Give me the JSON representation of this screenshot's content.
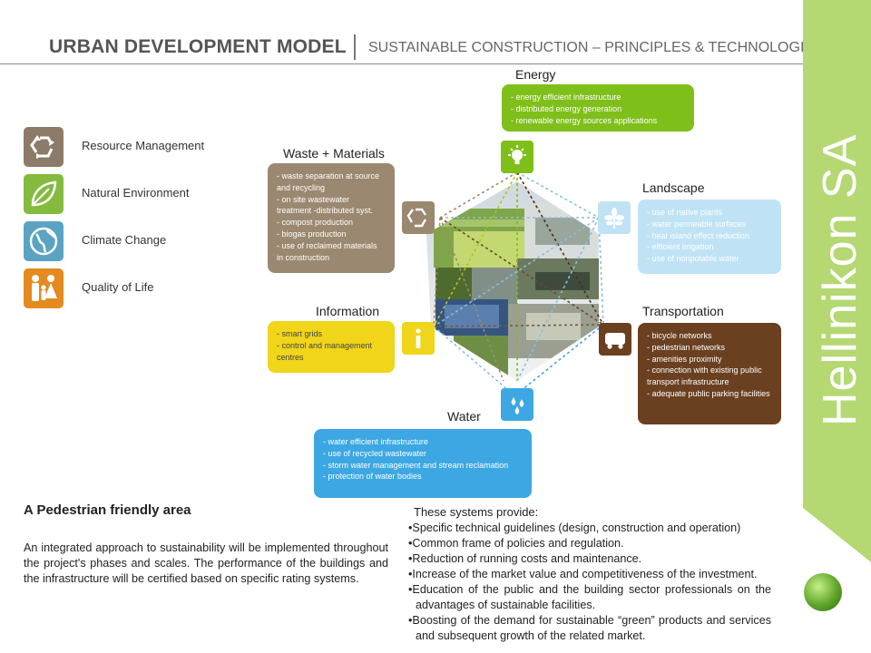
{
  "header": {
    "title": "URBAN DEVELOPMENT MODEL",
    "subtitle": "SUSTAINABLE CONSTRUCTION – PRINCIPLES & TECHNOLOGIES"
  },
  "brand": {
    "name": "Hellinikon SA",
    "band_color": "#b5d873",
    "text_color": "#ffffff"
  },
  "legend": [
    {
      "label": "Resource Management",
      "icon": "recycle-icon",
      "color": "#8c7b68"
    },
    {
      "label": "Natural Environment",
      "icon": "leaf-icon",
      "color": "#84bb3f"
    },
    {
      "label": "Climate Change",
      "icon": "globe-icon",
      "color": "#5ba3c2"
    },
    {
      "label": "Quality of Life",
      "icon": "family-icon",
      "color": "#e48a1e"
    }
  ],
  "nodes": {
    "energy": {
      "title": "Energy",
      "icon": "lightbulb-icon",
      "color": "#7fbf1a",
      "items": [
        "energy efficient infrastructure",
        "distributed energy generation",
        "renewable energy sources applications"
      ]
    },
    "waste": {
      "title": "Waste + Materials",
      "icon": "recycle-icon",
      "color": "#9b8870",
      "items": [
        "waste separation at source and recycling",
        "on site wastewater treatment -distributed syst.",
        "compost production",
        "biogas production",
        "use of reclaimed materials in construction"
      ]
    },
    "landscape": {
      "title": "Landscape",
      "icon": "plant-icon",
      "color": "#bfe3f4",
      "items": [
        "use of native plants",
        "water permeable surfaces",
        "heat island effect reduction",
        "efficient irrigation",
        "use of nonpotable water"
      ]
    },
    "information": {
      "title": "Information",
      "icon": "info-icon",
      "color": "#f0d51a",
      "items": [
        "smart grids",
        "control and management centres"
      ]
    },
    "transportation": {
      "title": "Transportation",
      "icon": "bus-icon",
      "color": "#6a4020",
      "items": [
        "bicycle networks",
        "pedestrian networks",
        "amenities proximity",
        "connection with existing public transport infrastructure",
        "adequate public parking facilities"
      ]
    },
    "water": {
      "title": "Water",
      "icon": "water-drops-icon",
      "color": "#3ca7e3",
      "items": [
        "water efficient infrastructure",
        "use of recycled wastewater",
        "storm water management and stream reclamation",
        "protection of water bodies"
      ]
    }
  },
  "pedestrian": {
    "heading": "A Pedestrian friendly area",
    "text": "An integrated approach to sustainability will be implemented throughout the project's phases and scales. The performance of the buildings and the infrastructure will be certified based on specific rating systems."
  },
  "provides": {
    "heading": "These systems provide:",
    "items": [
      "Specific technical guidelines (design, construction and operation)",
      "Common frame of policies and regulation.",
      "Reduction of running costs and maintenance.",
      "Increase of the market value and competitiveness of the investment.",
      "Education of the public and the building sector professionals on the advantages of sustainable facilities.",
      "Boosting of the demand for sustainable “green” products and services and subsequent growth of the related market."
    ]
  }
}
